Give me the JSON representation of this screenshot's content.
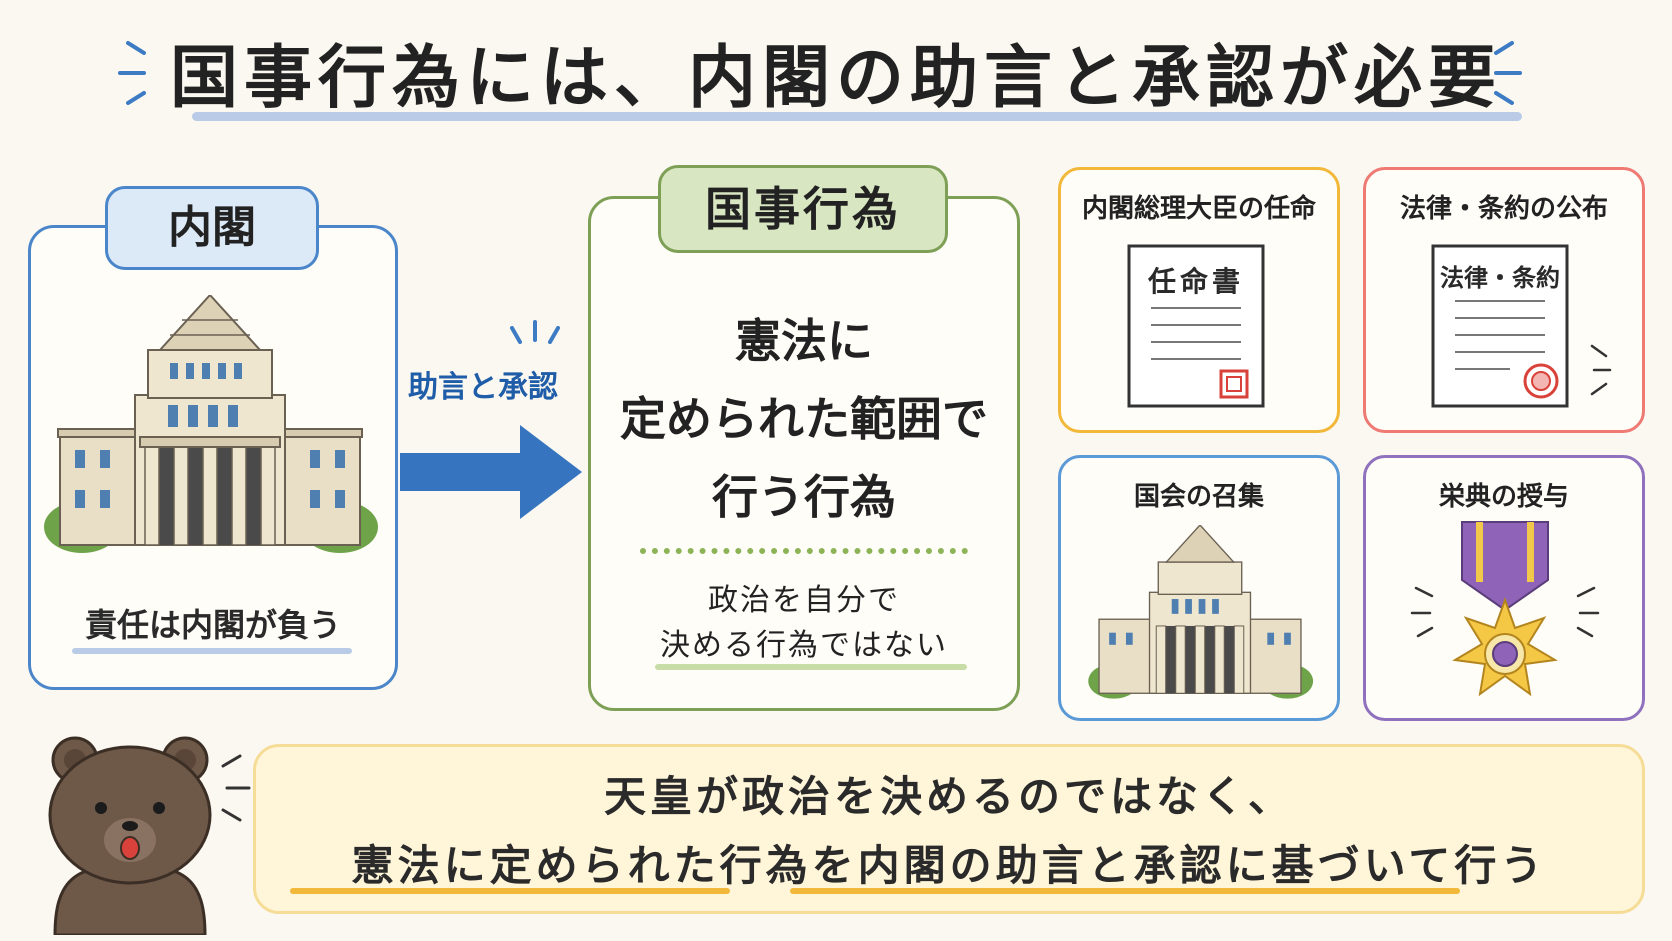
{
  "title": "国事行為には、内閣の助言と承認が必要",
  "cabinet": {
    "label": "内閣",
    "note": "責任は内閣が負う"
  },
  "arrow": {
    "label": "助言と承認"
  },
  "acts": {
    "label": "国事行為",
    "main_lines": [
      "憲法に",
      "定められた範囲で",
      "行う行為"
    ],
    "sub_lines": [
      "政治を自分で",
      "決める行為ではない"
    ]
  },
  "examples": [
    {
      "title": "内閣総理大臣の任命",
      "doc_title": "任命書",
      "icon": "appointment-document-icon"
    },
    {
      "title": "法律・条約の公布",
      "doc_title": "法律・条約",
      "icon": "law-document-icon"
    },
    {
      "title": "国会の召集",
      "icon": "diet-building-icon"
    },
    {
      "title": "栄典の授与",
      "icon": "medal-icon"
    }
  ],
  "summary": {
    "line1": "天皇が政治を決めるのではなく、",
    "line2_parts": [
      "憲法に定められた行為",
      "を",
      "内閣の助言と承認",
      "に基づいて行う"
    ]
  },
  "colors": {
    "blue": "#4a86c9",
    "green": "#7da056",
    "yellow": "#f1b83a",
    "red": "#ef7a74",
    "purple": "#8f71bd"
  }
}
